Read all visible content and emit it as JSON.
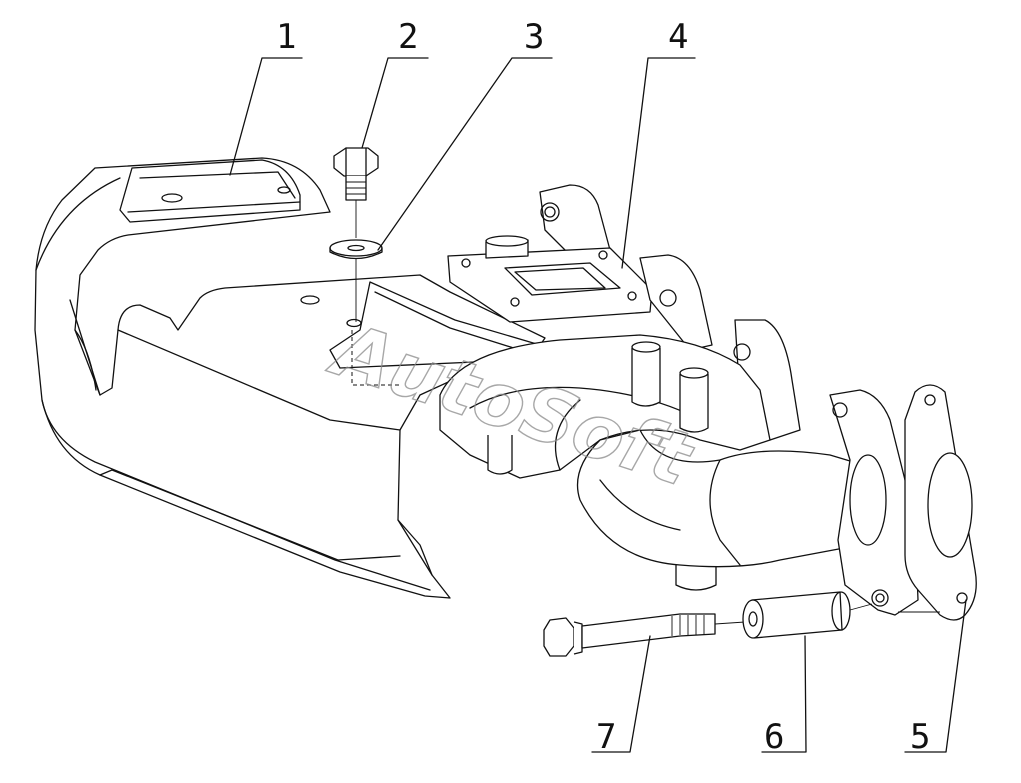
{
  "callouts": [
    "1",
    "2",
    "3",
    "4",
    "5",
    "6",
    "7"
  ],
  "watermark": "AutoSoft",
  "colors": {
    "line": "#111111",
    "background": "#ffffff",
    "watermark": "#8a8a8a"
  }
}
